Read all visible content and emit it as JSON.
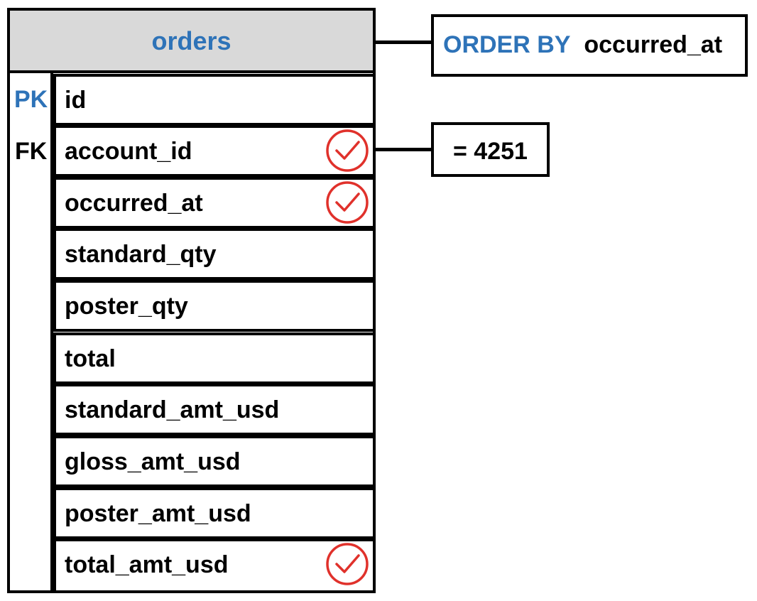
{
  "table": {
    "name": "orders",
    "pk_label": "PK",
    "fk_label": "FK",
    "fields": [
      {
        "name": "id",
        "checked": false
      },
      {
        "name": "account_id",
        "checked": true
      },
      {
        "name": "occurred_at",
        "checked": true
      },
      {
        "name": "standard_qty",
        "checked": false
      },
      {
        "name": "poster_qty",
        "checked": false
      },
      {
        "name": "total",
        "checked": false
      },
      {
        "name": "standard_amt_usd",
        "checked": false
      },
      {
        "name": "gloss_amt_usd",
        "checked": false
      },
      {
        "name": "poster_amt_usd",
        "checked": false
      },
      {
        "name": "total_amt_usd",
        "checked": true
      }
    ]
  },
  "order_by": {
    "keyword": "ORDER BY",
    "column": "occurred_at"
  },
  "filter": {
    "text": "= 4251"
  },
  "colors": {
    "keyword_blue": "#2e73b8",
    "check_red": "#e0312b",
    "header_gray": "#d9d9d9"
  }
}
